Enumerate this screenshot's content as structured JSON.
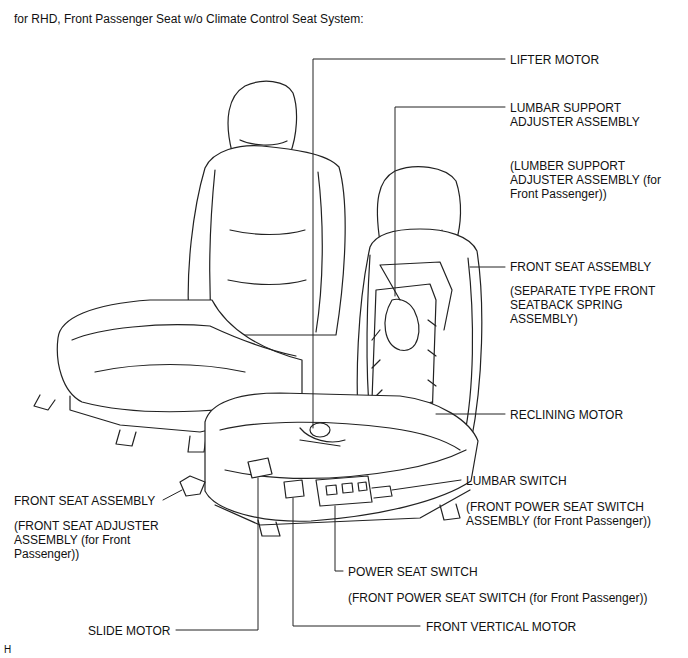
{
  "diagram": {
    "title": "for RHD, Front Passenger Seat w/o Climate Control Seat System:",
    "labels": [
      "LIFTER MOTOR",
      "LUMBAR SUPPORT ADJUSTER ASSEMBLY",
      "(LUMBER SUPPORT ADJUSTER ASSEMBLY (for Front Passenger))",
      "FRONT SEAT ASSEMBLY",
      "(SEPARATE TYPE FRONT SEATBACK SPRING ASSEMBLY)",
      "RECLINING MOTOR",
      "FRONT SEAT ASSEMBLY",
      "(FRONT SEAT ADJUSTER ASSEMBLY (for Front Passenger))",
      "LUMBAR SWITCH",
      "(FRONT POWER SEAT SWITCH ASSEMBLY (for Front Passenger))",
      "POWER SEAT SWITCH",
      "(FRONT POWER SEAT SWITCH (for Front Passenger))",
      "SLIDE MOTOR",
      "FRONT VERTICAL MOTOR",
      "H"
    ]
  }
}
